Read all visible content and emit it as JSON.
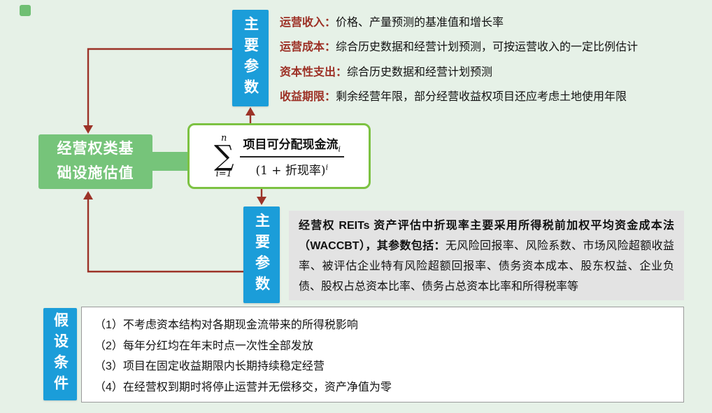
{
  "colors": {
    "background": "#e6f1e7",
    "blue_box": "#1b9dd9",
    "green_box": "#76c47a",
    "formula_border": "#7cc242",
    "red_label": "#9c2f24",
    "arrow": "#9c3328",
    "gray_block": "#e3e3e3"
  },
  "top_params": {
    "box_label": "主要参数",
    "items": [
      {
        "label": "运营收入：",
        "text": "价格、产量预测的基准值和增长率"
      },
      {
        "label": "运营成本：",
        "text": "综合历史数据和经营计划预测，可按运营收入的一定比例估计"
      },
      {
        "label": "资本性支出：",
        "text": "综合历史数据和经营计划预测"
      },
      {
        "label": "收益期限：",
        "text": "剩余经营年限，部分经营收益权项目还应考虑土地使用年限"
      }
    ]
  },
  "valuation_box": {
    "title": "经营权类基础设施估值"
  },
  "formula": {
    "sigma": "∑",
    "upper": "n",
    "lower": "i=1",
    "numerator": "项目可分配现金流",
    "numerator_sub": "i",
    "denominator": "(1 + 折现率)",
    "denominator_sup": "i"
  },
  "bottom_params": {
    "box_label": "主要参数",
    "bold_text": "经营权 REITs 资产评估中折现率主要采用所得税前加权平均资金成本法（WACCBT），其参数包括：",
    "normal_text": "无风险回报率、风险系数、市场风险超额收益率、被评估企业特有风险超额回报率、债务资本成本、股东权益、企业负债、股权占总资本比率、债务占总资本比率和所得税率等"
  },
  "assumptions": {
    "box_label": "假设条件",
    "items": [
      "（1）不考虑资本结构对各期现金流带来的所得税影响",
      "（2）每年分红均在年末时点一次性全部发放",
      "（3）项目在固定收益期限内长期持续稳定经营",
      "（4）在经营权到期时将停止运营并无偿移交，资产净值为零"
    ]
  }
}
